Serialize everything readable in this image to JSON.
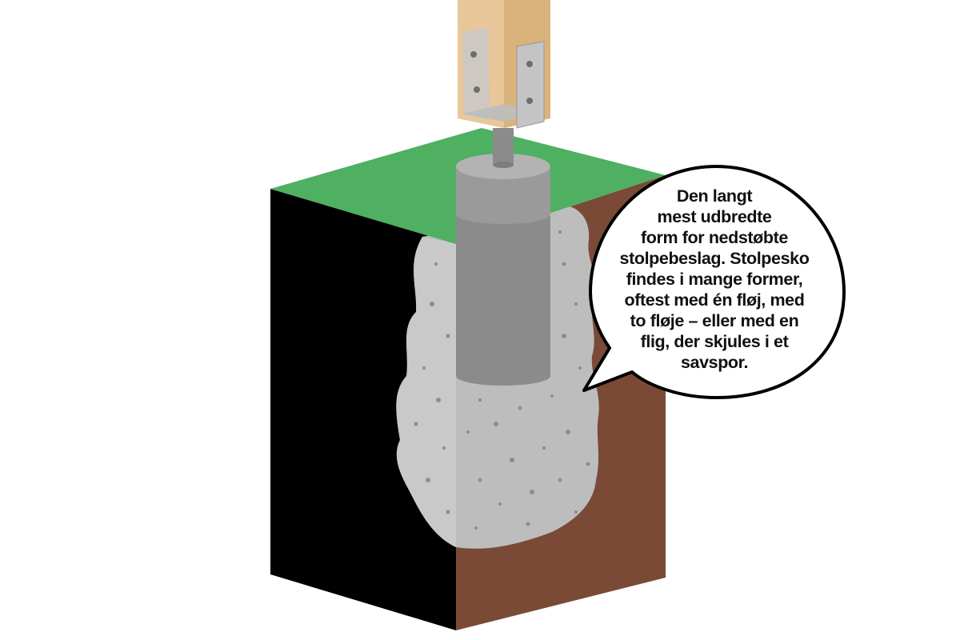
{
  "callout": {
    "lines": [
      "Den langt",
      "mest udbredte",
      "form for nedstøbte",
      "stolpebeslag. Stolpesko",
      "findes i mange former,",
      "oftest med én fløj, med",
      "to fløje – eller med en",
      "flig, der skjules i et",
      "savspor."
    ]
  },
  "colors": {
    "grass": "#4eb060",
    "soil_front": "#000000",
    "soil_side": "#7a4a37",
    "concrete": "#bdbdbe",
    "post_pipe": "#8b8b8c",
    "wood": "#e8c79a",
    "bracket": "#bfbfbf"
  },
  "icons": [
    "post-bracket-icon",
    "concrete-footing-icon",
    "speech-bubble-icon"
  ]
}
